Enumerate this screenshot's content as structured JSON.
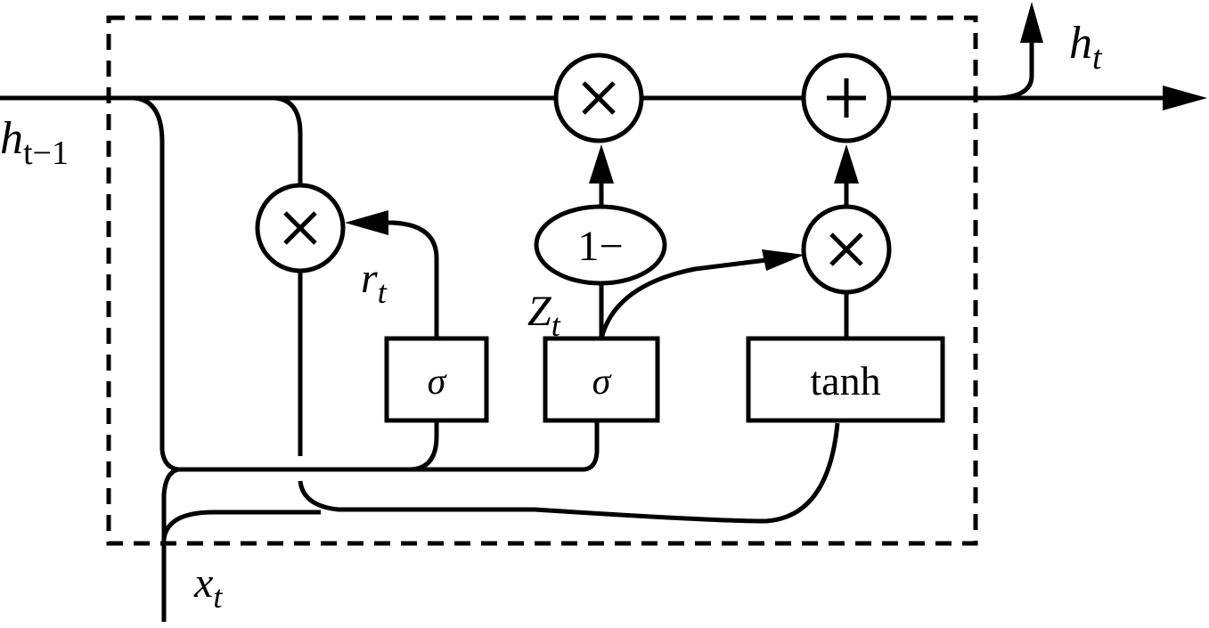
{
  "diagram": {
    "title": "GRU cell",
    "inputs": {
      "hidden_prev": {
        "base": "h",
        "sub": "t−1"
      },
      "input": {
        "base": "x",
        "sub": "t"
      }
    },
    "outputs": {
      "hidden": {
        "base": "h",
        "sub": "t"
      }
    },
    "gates": {
      "reset_gate": {
        "label": "σ"
      },
      "update_gate": {
        "label": "σ"
      },
      "candidate": {
        "label": "tanh"
      }
    },
    "operators": {
      "reset_multiply": "×",
      "update_multiply": "×",
      "candidate_multiply": "×",
      "add": "+",
      "one_minus": "1−"
    },
    "signals": {
      "reset": {
        "base": "r",
        "sub": "t"
      },
      "update": {
        "base": "Z",
        "sub": "t"
      }
    }
  }
}
